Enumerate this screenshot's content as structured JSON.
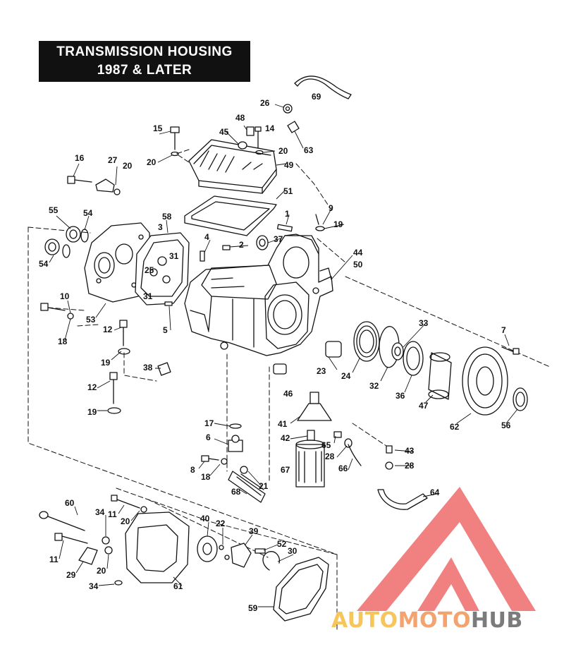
{
  "title": {
    "line1": "TRANSMISSION HOUSING",
    "line2": "1987 & LATER"
  },
  "labels": [
    "1",
    "2",
    "3",
    "4",
    "5",
    "6",
    "7",
    "8",
    "9",
    "10",
    "11",
    "11",
    "12",
    "12",
    "14",
    "15",
    "16",
    "17",
    "18",
    "18",
    "19",
    "19",
    "19",
    "20",
    "20",
    "20",
    "20",
    "20",
    "21",
    "22",
    "23",
    "24",
    "25",
    "26",
    "27",
    "28",
    "28",
    "29",
    "30",
    "31",
    "31",
    "32",
    "33",
    "34",
    "34",
    "36",
    "37",
    "38",
    "39",
    "40",
    "41",
    "42",
    "43",
    "44",
    "45",
    "46",
    "47",
    "48",
    "49",
    "50",
    "51",
    "52",
    "53",
    "54",
    "54",
    "55",
    "56",
    "58",
    "59",
    "60",
    "61",
    "62",
    "63",
    "64",
    "65",
    "66",
    "67",
    "68",
    "69"
  ],
  "watermark": {
    "part1": "AUTO",
    "part2": "MOTO",
    "part3": "HUB",
    "colors": {
      "auto": "#f6c65a",
      "moto": "#f2a36f",
      "hub": "#7b7b7b",
      "logo": "#ee6b6b"
    }
  }
}
